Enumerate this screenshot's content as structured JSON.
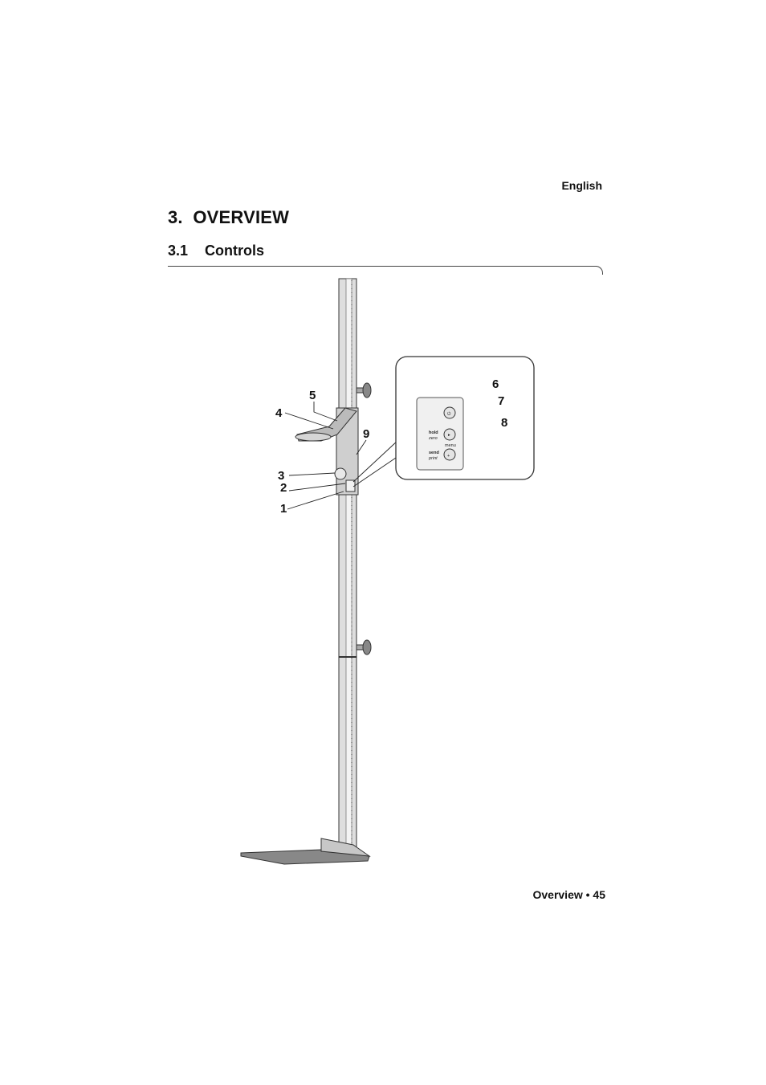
{
  "header": {
    "language": "English"
  },
  "section": {
    "number": "3.",
    "title": "OVERVIEW"
  },
  "subsection": {
    "number": "3.1",
    "title": "Controls"
  },
  "figure": {
    "callouts": [
      "1",
      "2",
      "3",
      "4",
      "5",
      "6",
      "7",
      "8",
      "9"
    ],
    "panel_labels": {
      "hold": "hold",
      "zero": "zero",
      "send": "send",
      "print": "print",
      "menu": "menu"
    }
  },
  "footer": {
    "text": "Overview • 45"
  }
}
